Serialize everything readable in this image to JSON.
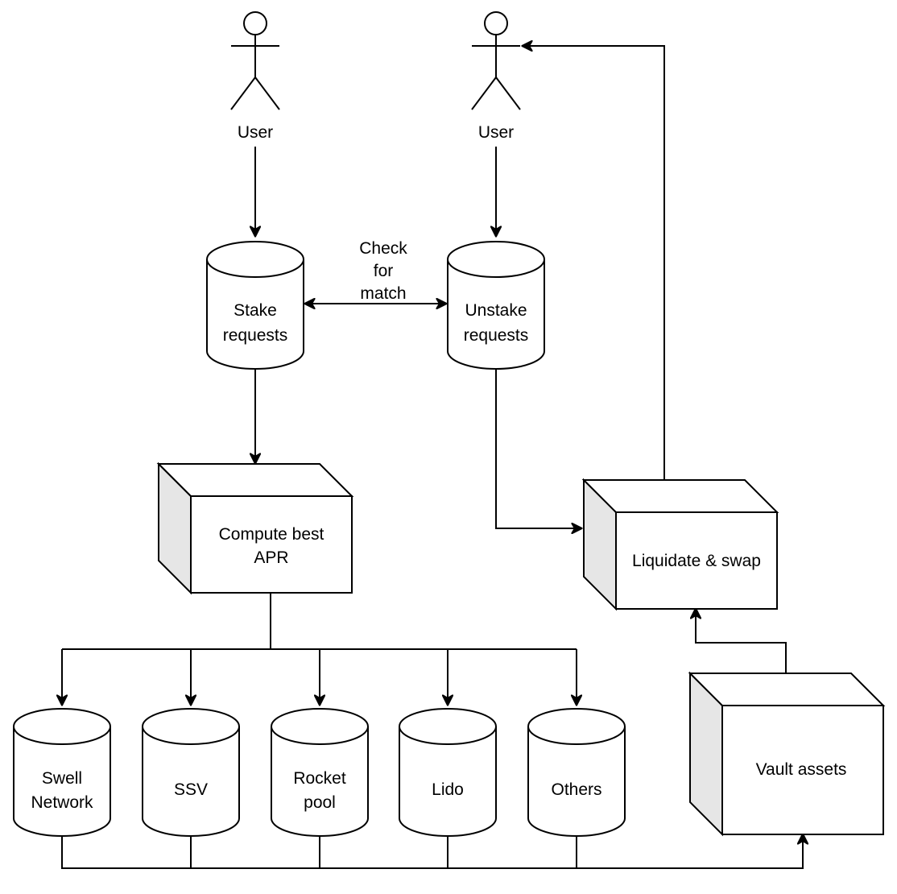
{
  "actors": {
    "stake_user": {
      "label": "User"
    },
    "unstake_user": {
      "label": "User"
    }
  },
  "cylinders": {
    "stake_requests": {
      "line1": "Stake",
      "line2": "requests"
    },
    "unstake_requests": {
      "line1": "Unstake",
      "line2": "requests"
    },
    "swell": {
      "line1": "Swell",
      "line2": "Network"
    },
    "ssv": {
      "line1": "SSV"
    },
    "rocket": {
      "line1": "Rocket",
      "line2": "pool"
    },
    "lido": {
      "line1": "Lido"
    },
    "others": {
      "line1": "Others"
    }
  },
  "cubes": {
    "compute": {
      "line1": "Compute best",
      "line2": "APR"
    },
    "liquidate": {
      "line1": "Liquidate & swap"
    },
    "vault": {
      "line1": "Vault assets"
    }
  },
  "connector_labels": {
    "match": {
      "line1": "Check",
      "line2": "for",
      "line3": "match"
    }
  },
  "colors": {
    "stroke": "#000000",
    "cube_side": "#e6e6e6",
    "background": "#ffffff"
  }
}
